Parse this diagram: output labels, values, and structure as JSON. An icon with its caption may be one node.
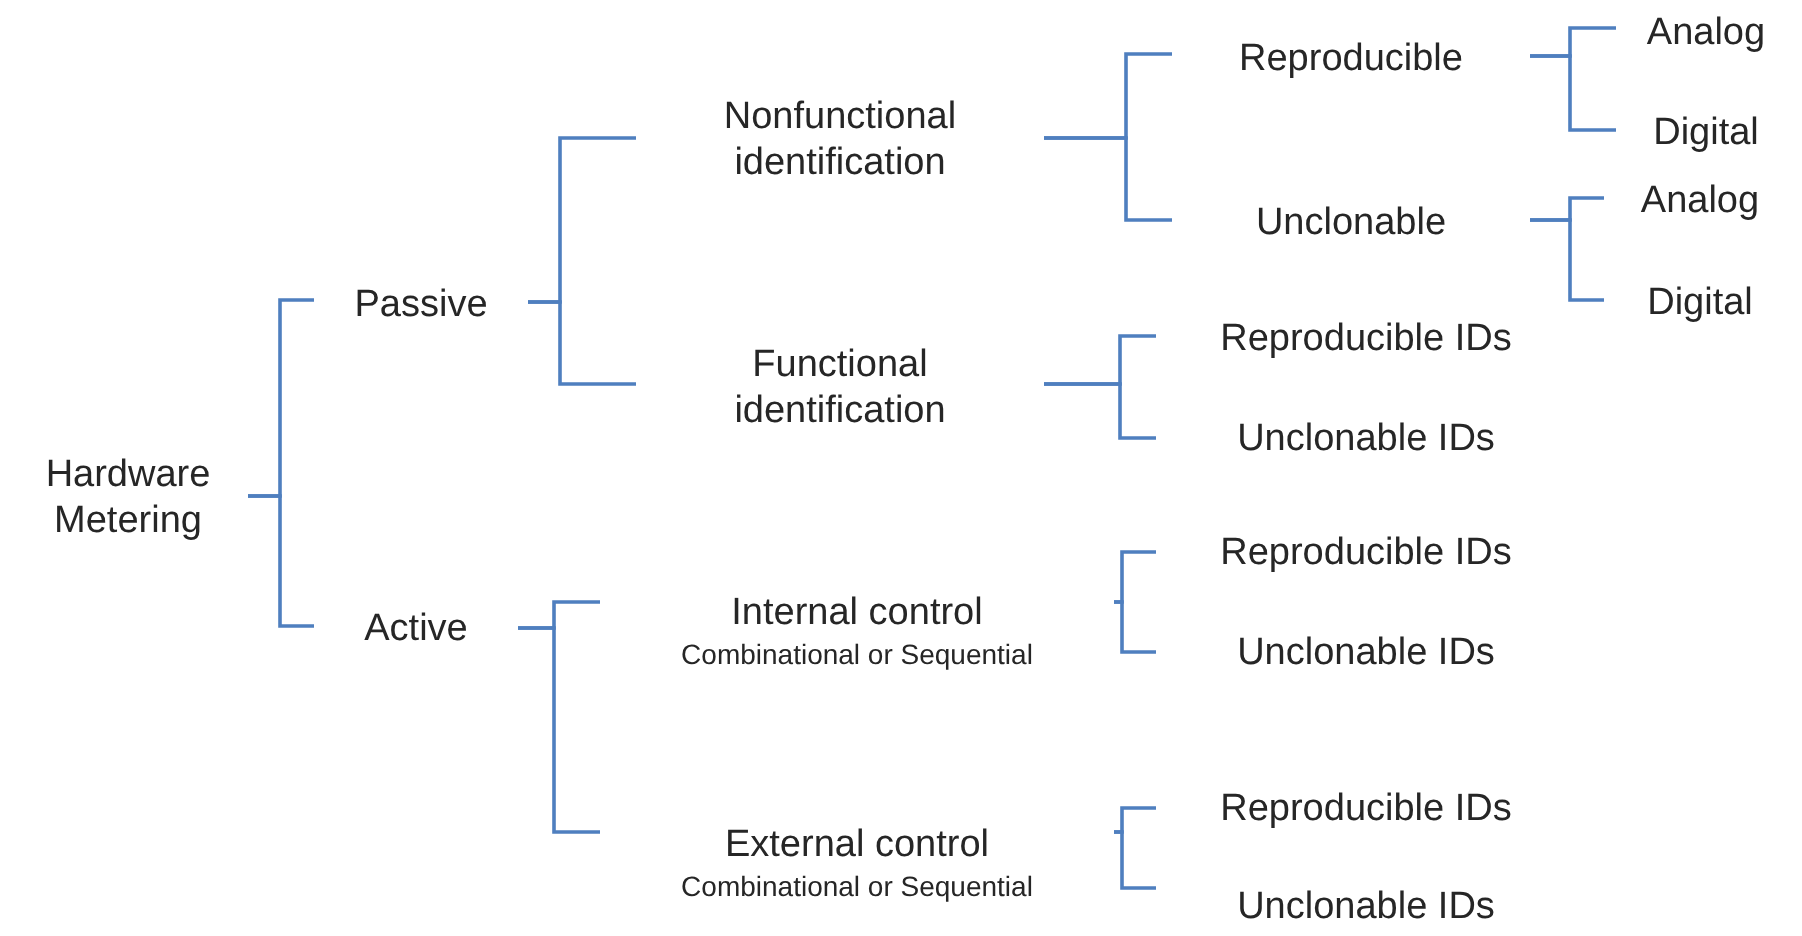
{
  "diagram": {
    "nodes": [
      {
        "text": [
          "Hardware Metering"
        ]
      },
      {
        "text": [
          "Passive"
        ]
      },
      {
        "text": [
          "Active"
        ]
      },
      {
        "text": [
          "Nonfunctional identification"
        ]
      },
      {
        "text": [
          "Functional identification"
        ]
      },
      {
        "text": [
          "Internal control",
          "Combinational or Sequential"
        ]
      },
      {
        "text": [
          "External control",
          "Combinational or Sequential"
        ]
      },
      {
        "text": [
          "Reproducible"
        ]
      },
      {
        "text": [
          "Unclonable"
        ]
      },
      {
        "text": [
          "Analog"
        ]
      },
      {
        "text": [
          "Digital"
        ]
      },
      {
        "text": [
          "Analog"
        ]
      },
      {
        "text": [
          "Digital"
        ]
      },
      {
        "text": [
          "Reproducible IDs"
        ]
      },
      {
        "text": [
          "Unclonable IDs"
        ]
      },
      {
        "text": [
          "Reproducible IDs"
        ]
      },
      {
        "text": [
          "Unclonable IDs"
        ]
      },
      {
        "text": [
          "Reproducible IDs"
        ]
      },
      {
        "text": [
          "Unclonable IDs"
        ]
      }
    ],
    "edges": [
      {
        "from": 0,
        "to": 1,
        "arrow": "none"
      },
      {
        "from": 0,
        "to": 2,
        "arrow": "none"
      },
      {
        "from": 1,
        "to": 3,
        "arrow": "none"
      },
      {
        "from": 1,
        "to": 4,
        "arrow": "none"
      },
      {
        "from": 2,
        "to": 5,
        "arrow": "none"
      },
      {
        "from": 2,
        "to": 6,
        "arrow": "none"
      },
      {
        "from": 3,
        "to": 7,
        "arrow": "none"
      },
      {
        "from": 3,
        "to": 8,
        "arrow": "none"
      },
      {
        "from": 7,
        "to": 9,
        "arrow": "none"
      },
      {
        "from": 7,
        "to": 10,
        "arrow": "none"
      },
      {
        "from": 8,
        "to": 11,
        "arrow": "none"
      },
      {
        "from": 8,
        "to": 12,
        "arrow": "none"
      },
      {
        "from": 4,
        "to": 13,
        "arrow": "none"
      },
      {
        "from": 4,
        "to": 14,
        "arrow": "none"
      },
      {
        "from": 5,
        "to": 15,
        "arrow": "none"
      },
      {
        "from": 5,
        "to": 16,
        "arrow": "none"
      },
      {
        "from": 6,
        "to": 17,
        "arrow": "none"
      },
      {
        "from": 6,
        "to": 18,
        "arrow": "none"
      }
    ]
  }
}
